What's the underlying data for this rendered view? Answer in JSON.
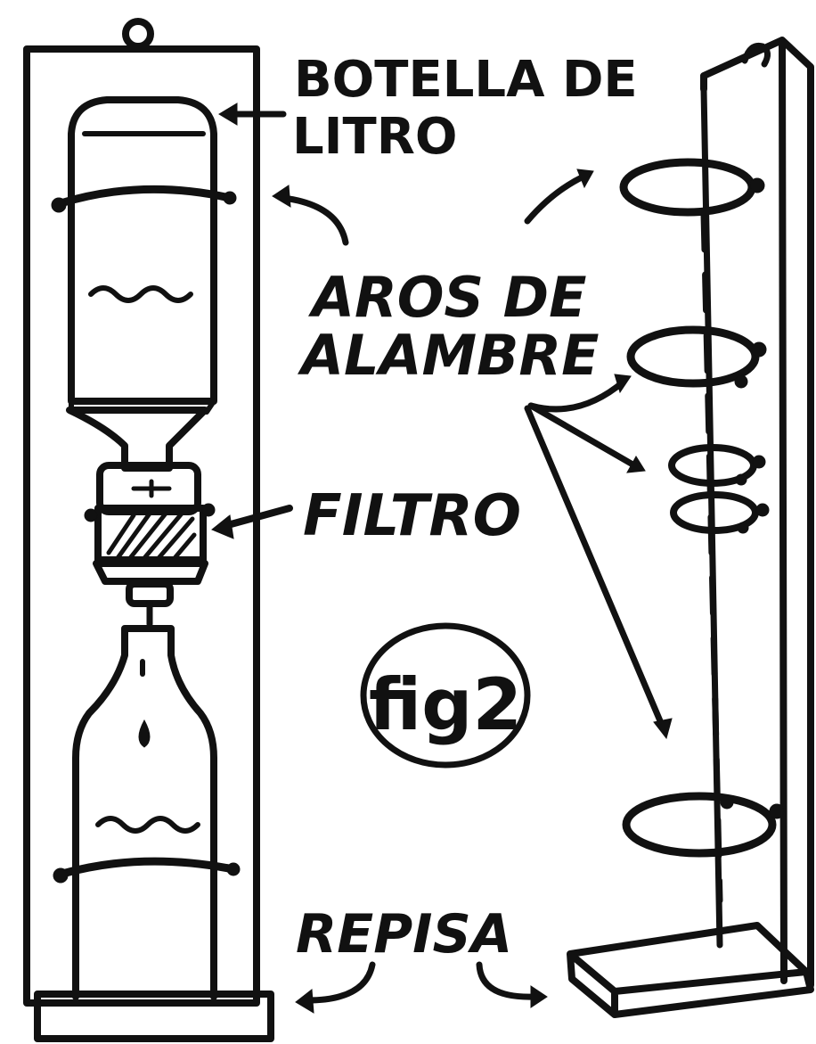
{
  "labels": {
    "bottle_label_line1": "BOTELLA DE",
    "bottle_label_line2": "LITRO",
    "rings_label_line1": "AROS DE",
    "rings_label_line2": "ALAMBRE",
    "filter_label": "FILTRO",
    "shelf_label": "REPISA",
    "figure_tag": "fig2"
  },
  "colors": {
    "ink": "#111111",
    "paper": "#ffffff"
  }
}
